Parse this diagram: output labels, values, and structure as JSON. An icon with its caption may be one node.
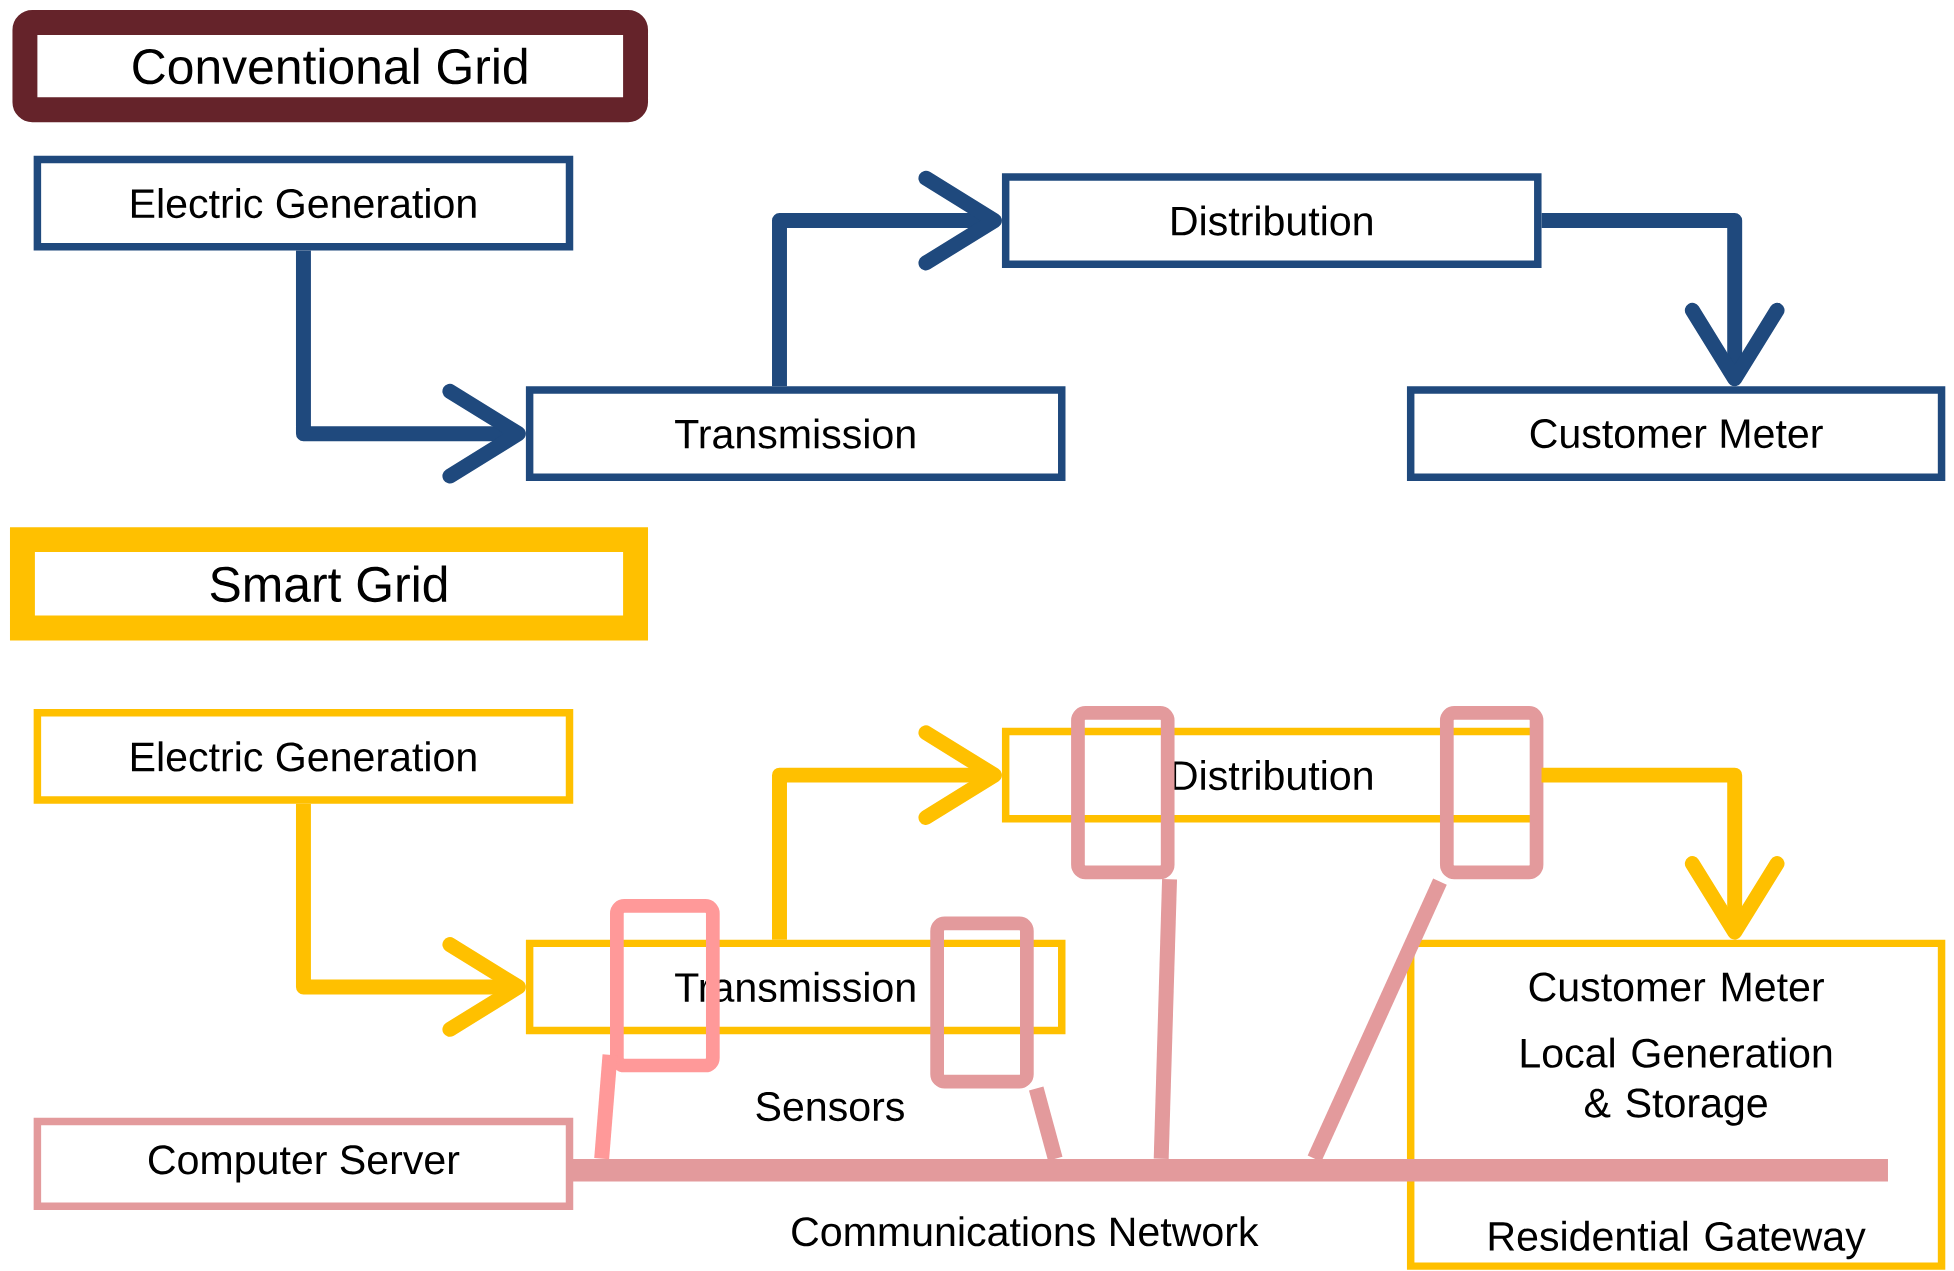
{
  "diagram": {
    "nodes": [
      {
        "text": [
          "Conventional Grid"
        ]
      },
      {
        "text": [
          "Electric Generation"
        ]
      },
      {
        "text": [
          "Transmission"
        ]
      },
      {
        "text": [
          "Distribution"
        ]
      },
      {
        "text": [
          "Customer Meter"
        ]
      },
      {
        "text": [
          "Smart Grid"
        ]
      },
      {
        "text": [
          "Electric Generation"
        ]
      },
      {
        "text": [
          "Transmission"
        ]
      },
      {
        "text": [
          "Distribution"
        ]
      },
      {
        "text": [
          "Customer Meter",
          "Local Generation & Storage",
          "Residential Gateway"
        ]
      },
      {
        "text": [
          "Computer Server"
        ]
      },
      {
        "text": [
          "Communications Network"
        ]
      },
      {
        "text": [],
        "shape": "box"
      },
      {
        "text": [],
        "shape": "box"
      },
      {
        "text": [],
        "shape": "box"
      },
      {
        "text": [],
        "shape": "box"
      }
    ],
    "edges": [
      {
        "from": 1,
        "to": 2,
        "arrow": "to",
        "color": "#1f497d"
      },
      {
        "from": 2,
        "to": 3,
        "arrow": "to",
        "color": "#1f497d"
      },
      {
        "from": 3,
        "to": 4,
        "arrow": "to",
        "color": "#1f497d"
      },
      {
        "from": 6,
        "to": 7,
        "arrow": "to",
        "color": "#ffc000"
      },
      {
        "from": 7,
        "to": 8,
        "arrow": "to",
        "color": "#ffc000"
      },
      {
        "from": 8,
        "to": 9,
        "arrow": "to",
        "color": "#ffc000"
      },
      {
        "from": 12,
        "to": 11,
        "arrow": "none",
        "color": "#ff9999"
      },
      {
        "from": 13,
        "to": 11,
        "arrow": "none",
        "color": "#e39a9c"
      },
      {
        "from": 14,
        "to": 11,
        "arrow": "none",
        "color": "#e39a9c"
      },
      {
        "from": 15,
        "to": 11,
        "arrow": "none",
        "color": "#e39a9c"
      }
    ],
    "labels": [
      "Sensors"
    ]
  }
}
